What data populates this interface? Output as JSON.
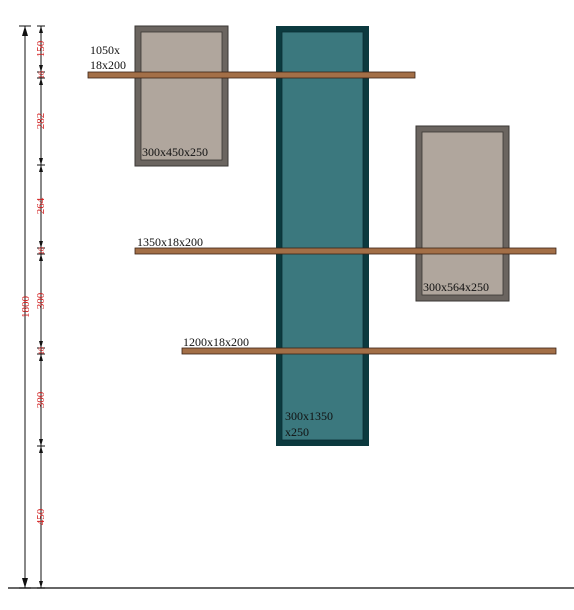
{
  "colors": {
    "background": "#ffffff",
    "cabinet_frame": "#6b6560",
    "cabinet_inner": "#b0a69d",
    "tall_frame": "#0c3a3f",
    "tall_inner": "#3b787e",
    "shelf": "#a36f47",
    "shelf_edge": "#3a2416",
    "dimension_line": "#111111",
    "dimension_text": "#d21f1f",
    "label_text": "#111111"
  },
  "labels": {
    "top_shelf": [
      "1050x",
      "18x200"
    ],
    "upper_left_cabinet": "300x450x250",
    "middle_shelf": "1350x18x200",
    "right_cabinet": "300x564x250",
    "lower_shelf": "1200x18x200",
    "tall_cabinet": [
      "300x1350",
      "x250"
    ]
  },
  "dimensions": {
    "total_height": "1800",
    "segments": [
      "150",
      "18",
      "282",
      "264",
      "18",
      "300",
      "18",
      "300",
      "450"
    ]
  }
}
